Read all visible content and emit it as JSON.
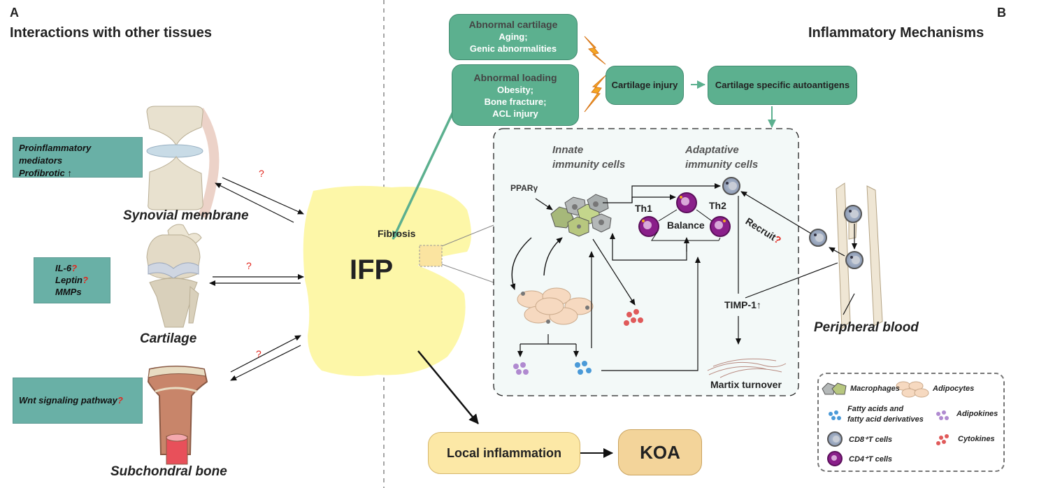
{
  "panel_a": {
    "letter": "A",
    "title": "Interactions with other tissues",
    "synovial": {
      "label": "Synovial membrane",
      "box_lines": [
        "Proinflammatory mediators",
        "Profibrotic ↑"
      ],
      "question": "?"
    },
    "cartilage": {
      "label": "Cartilage",
      "box_lines": [
        "IL-6",
        "Leptin",
        "MMPs"
      ],
      "box_marks": [
        "?",
        "?",
        ""
      ],
      "question": "?"
    },
    "bone": {
      "label": "Subchondral bone",
      "box_text": "Wnt signaling pathway",
      "box_mark": "?",
      "question": "?"
    }
  },
  "center": {
    "ifp_label": "IFP",
    "fibrosis_label": "Fibrosis",
    "local_inflammation": "Local inflammation",
    "koa": "KOA"
  },
  "panel_b": {
    "letter": "B",
    "title": "Inflammatory Mechanisms",
    "abnormal_cartilage": {
      "title": "Abnormal cartilage",
      "lines": [
        "Aging;",
        "Genic abnormalities"
      ]
    },
    "abnormal_loading": {
      "title": "Abnormal loading",
      "lines": [
        "Obesity;",
        "Bone fracture;",
        "ACL injury"
      ]
    },
    "cartilage_injury": "Cartilage injury",
    "autoantigens": "Cartilage specific autoantigens",
    "innate": [
      "Innate",
      "immunity cells"
    ],
    "adaptive": [
      "Adaptative",
      "immunity cells"
    ],
    "ppar": "PPARγ",
    "th1": "Th1",
    "th2": "Th2",
    "balance": "Balance",
    "recruit": "Recruit",
    "recruit_mark": "?",
    "timp": "TIMP-1↑",
    "matrix": "Martix turnover",
    "peripheral": "Peripheral blood"
  },
  "legend": {
    "macrophages": "Macrophages",
    "adipocytes": "Adipocytes",
    "fatty_acids": [
      "Fatty acids and",
      "fatty acid derivatives"
    ],
    "adipokines": "Adipokines",
    "cd8": "CD8⁺T cells",
    "cytokines": "Cytokines",
    "cd4": "CD4⁺T cells"
  },
  "colors": {
    "teal_box": "#69b0a6",
    "green_box": "#5cb08f",
    "ifp_fill": "#fdf7a8",
    "question_red": "#e2261d",
    "lightning": "#f5a623",
    "local_inflammation_fill": "#fce8a6",
    "koa_fill": "#f3d49a"
  }
}
